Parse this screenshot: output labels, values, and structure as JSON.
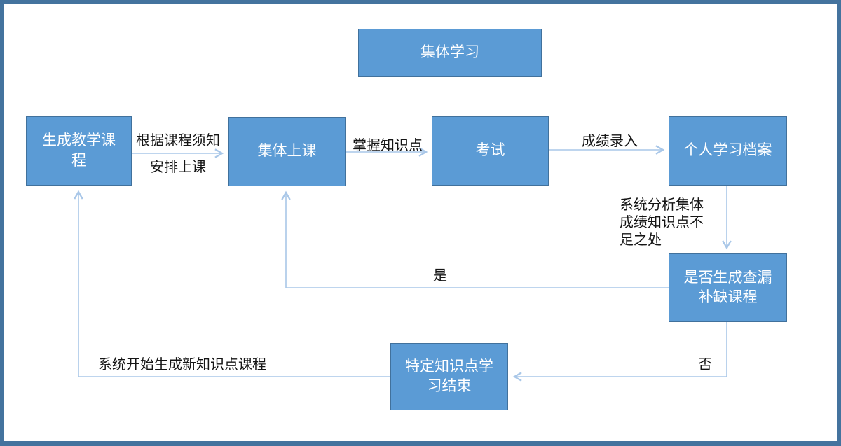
{
  "diagram": {
    "title_box": {
      "label": "集体学习"
    },
    "nodes": {
      "generate": {
        "label": "生成教学课\n程"
      },
      "class": {
        "label": "集体上课"
      },
      "exam": {
        "label": "考试"
      },
      "profile": {
        "label": "个人学习档案"
      },
      "decision": {
        "label": "是否生成查漏\n补缺课程"
      },
      "end": {
        "label": "特定知识点学\n习结束"
      }
    },
    "edge_labels": {
      "arrange": "根据课程须知\n安排上课",
      "master": "掌握知识点",
      "score": "成绩录入",
      "analyze": "系统分析集体\n成绩知识点不\n足之处",
      "yes": "是",
      "no": "否",
      "new_course": "系统开始生成新知识点课程"
    },
    "colors": {
      "node_fill": "#5B9BD5",
      "node_border": "#41719C",
      "node_text": "#FFFFFF",
      "connector": "#A9C7E8",
      "frame": "#44739E",
      "label_text": "#151515"
    }
  }
}
